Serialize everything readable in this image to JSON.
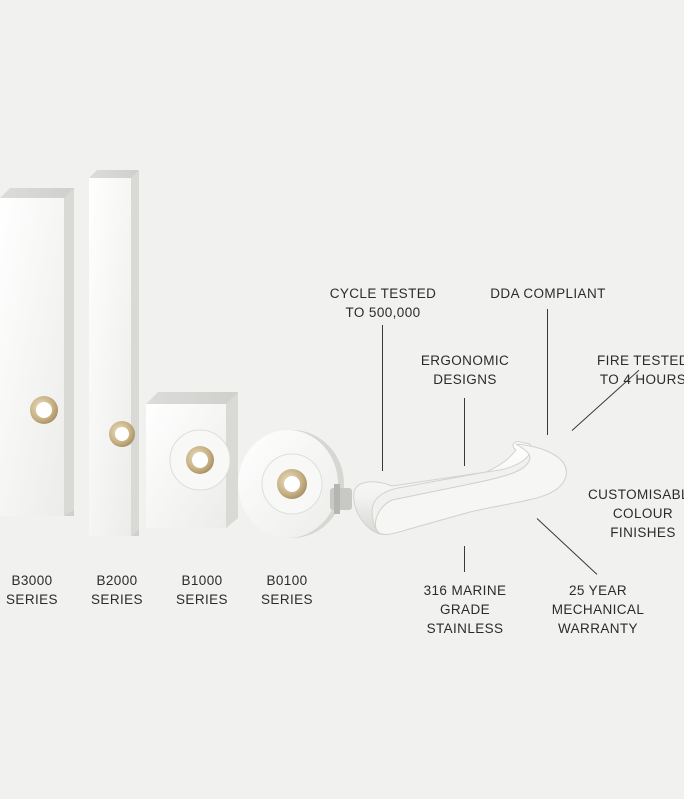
{
  "series": [
    {
      "name": "B3000",
      "suffix": "SERIES"
    },
    {
      "name": "B2000",
      "suffix": "SERIES"
    },
    {
      "name": "B1000",
      "suffix": "SERIES"
    },
    {
      "name": "B0100",
      "suffix": "SERIES"
    }
  ],
  "features": {
    "cycle_tested": [
      "CYCLE TESTED",
      "TO 500,000"
    ],
    "dda": [
      "DDA COMPLIANT"
    ],
    "ergonomic": [
      "ERGONOMIC",
      "DESIGNS"
    ],
    "fire": [
      "FIRE TESTED",
      "TO 4 HOURS"
    ],
    "customisable": [
      "CUSTOMISABLE",
      "COLOUR",
      "FINISHES"
    ],
    "marine": [
      "316 MARINE",
      "GRADE",
      "STAINLESS"
    ],
    "warranty": [
      "25 YEAR",
      "MECHANICAL",
      "WARRANTY"
    ]
  },
  "colors": {
    "background": "#f1f1f0",
    "plate": "#fbfbfa",
    "brass": "#c8b48a",
    "text": "#2b2b2b"
  }
}
